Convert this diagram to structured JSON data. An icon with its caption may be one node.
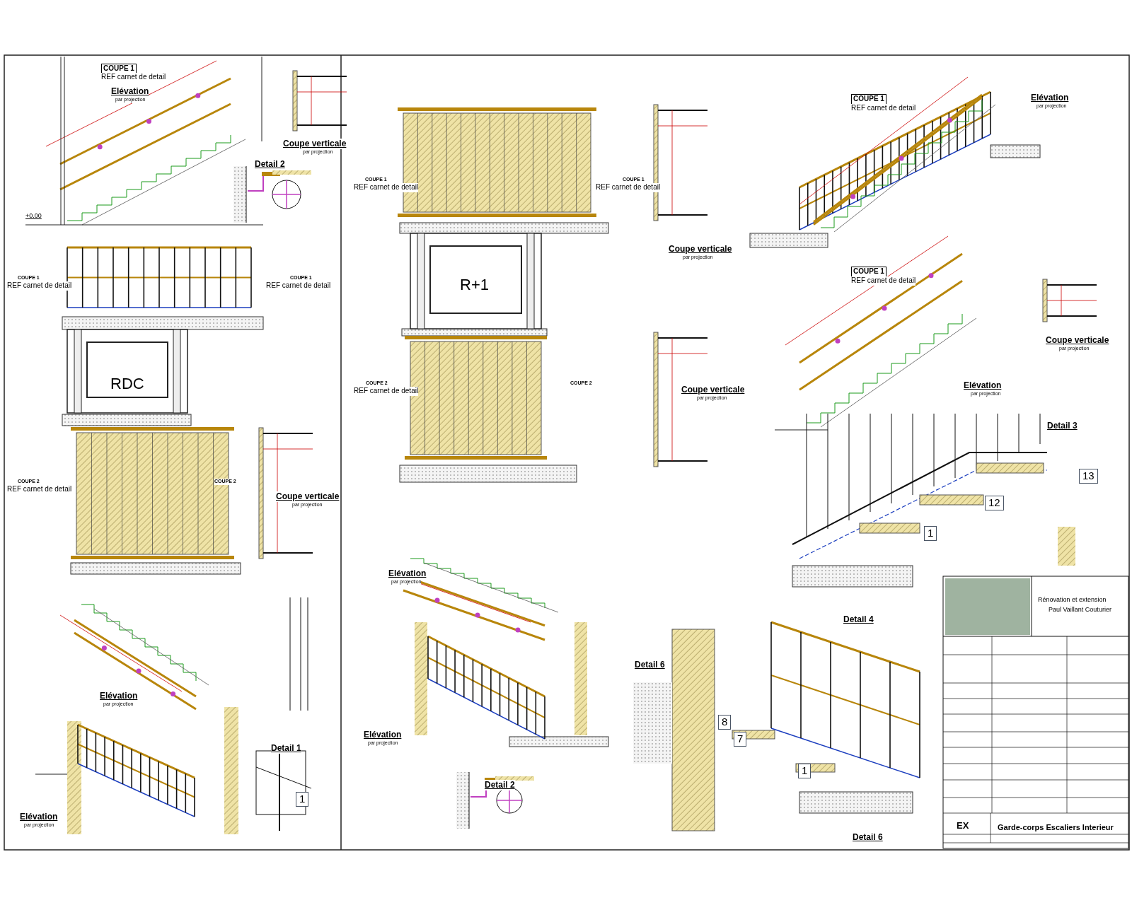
{
  "diagram": {
    "title": "Garde-corps Escaliers Interieur",
    "labels": [
      "COUPE 1",
      "REF carnet de detail",
      "Elévation",
      "par projection",
      "Coupe verticale",
      "par projection",
      "Detail 2",
      "+0.00",
      "COUPE 1",
      "REF carnet de detail",
      "COUPE 1",
      "REF carnet de detail",
      "Coupe verticale",
      "par projection",
      "COUPE 1",
      "REF carnet de detail",
      "Elévation",
      "par projection",
      "COUPE 1",
      "REF carnet de detail",
      "COUPE 1",
      "REF carnet de detail",
      "R+1",
      "RDC",
      "COUPE 1",
      "REF carnet de detail",
      "Coupe verticale",
      "par projection",
      "Elévation",
      "par projection",
      "COUPE 2",
      "REF carnet de detail",
      "COUPE 2",
      "Coupe verticale",
      "par projection",
      "COUPE 2",
      "REF carnet de detail",
      "COUPE 2",
      "Coupe verticale",
      "par projection",
      "Detail 3",
      "13",
      "12",
      "1",
      "Elévation",
      "par projection",
      "Detail 4",
      "Elévation",
      "par projection",
      "Elévation",
      "par projection",
      "Detail 1",
      "1",
      "Elévation",
      "par projection",
      "Detail 2",
      "Detail 6",
      "8",
      "7",
      "1",
      "Detail 6",
      "Rénovation et extension",
      "Paul Vaillant Couturier",
      "EX"
    ]
  }
}
